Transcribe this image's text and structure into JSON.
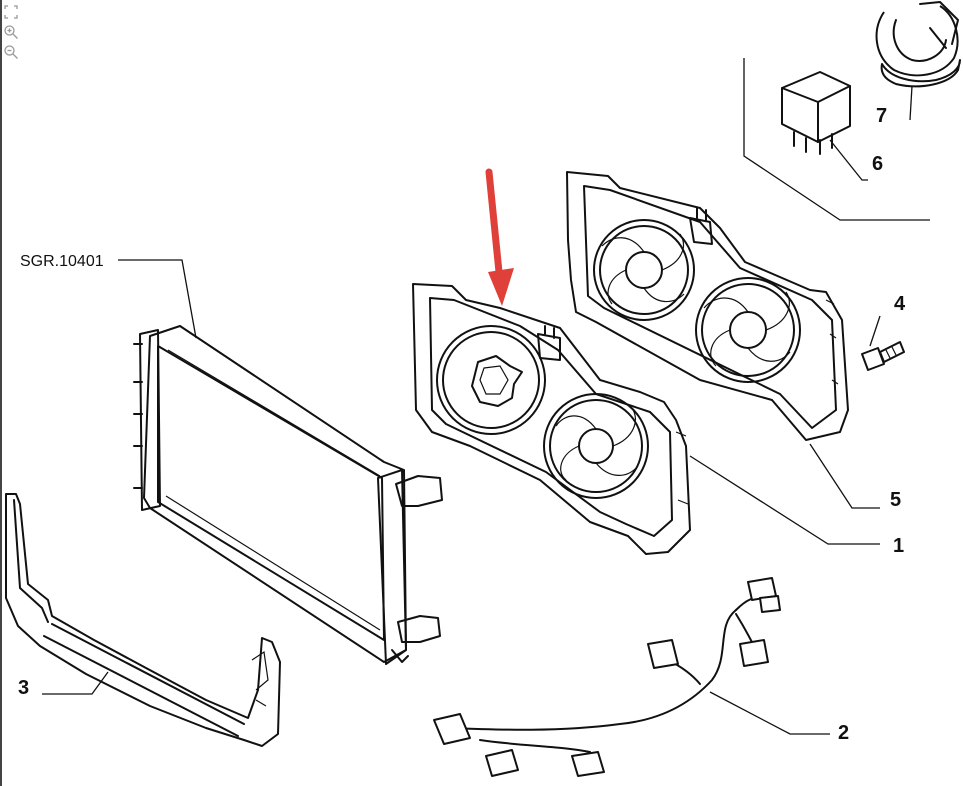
{
  "toolbar": {
    "items": [
      {
        "name": "fit-page-icon"
      },
      {
        "name": "zoom-in-icon"
      },
      {
        "name": "zoom-out-icon"
      }
    ]
  },
  "diagram": {
    "reference": "SGR.10401",
    "callouts": [
      "1",
      "2",
      "3",
      "4",
      "5",
      "6",
      "7"
    ],
    "arrow_color": "#e0403a"
  }
}
